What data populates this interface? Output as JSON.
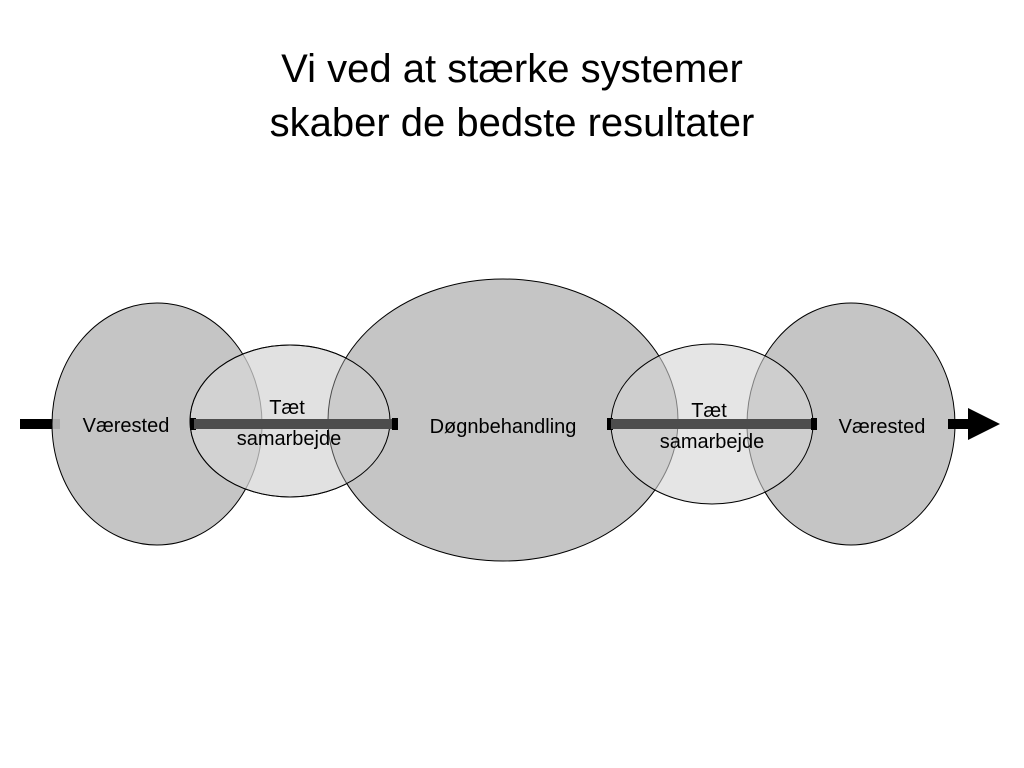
{
  "title": {
    "line1": "Vi ved at stærke systemer",
    "line2": "skaber de bedste resultater"
  },
  "diagram": {
    "nodes": [
      {
        "id": "vaerested-1",
        "label": "Værested"
      },
      {
        "id": "taet-samarbejde-1",
        "label_line1": "Tæt",
        "label_line2": "samarbejde"
      },
      {
        "id": "doegnbehandling",
        "label": "Døgnbehandling"
      },
      {
        "id": "taet-samarbejde-2",
        "label_line1": "Tæt",
        "label_line2": "samarbejde"
      },
      {
        "id": "vaerested-2",
        "label": "Værested"
      }
    ],
    "colors": {
      "large_circle_fill": "#bfbfbf",
      "small_circle_fill": "#d9d9d9",
      "outline": "#000000",
      "connector": "#4d4d4d",
      "arrow": "#000000"
    },
    "arrow_direction": "right"
  }
}
